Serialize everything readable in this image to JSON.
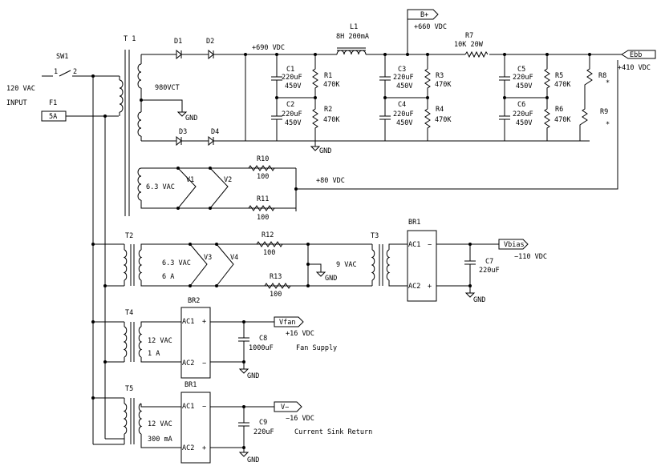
{
  "labels": {
    "sw1": "SW1",
    "sw1_p1": "1",
    "sw1_p2": "2",
    "vac_in": "120 VAC",
    "input": "INPUT",
    "f1": "F1",
    "f1_val": "5A",
    "t1": "T 1",
    "d1": "D1",
    "d2": "D2",
    "d3": "D3",
    "d4": "D4",
    "ct": "980VCT",
    "gnd": "GND",
    "v690": "+690 VDC",
    "l1": "L1",
    "l1_val": "8H   200mA",
    "bplus": "B+",
    "v660": "+660 VDC",
    "r7": "R7",
    "r7_val": "10K  20W",
    "ebb": "Ebb",
    "v410": "+410 VDC",
    "c1": "C1",
    "c2": "C2",
    "c3": "C3",
    "c4": "C4",
    "c5": "C5",
    "c6": "C6",
    "cval": "220uF",
    "cvolt": "450V",
    "r1": "R1",
    "r2": "R2",
    "r3": "R3",
    "r4": "R4",
    "r5": "R5",
    "r6": "R6",
    "r8": "R8",
    "r9": "R9",
    "r470k": "470K",
    "star": "*",
    "v63": "6.3 VAC",
    "v1": "V1",
    "v2": "V2",
    "r10": "R10",
    "r11": "R11",
    "r100": "100",
    "v80": "+80 VDC",
    "t2": "T2",
    "v3": "V3",
    "v4": "V4",
    "v6a": "6 A",
    "r12": "R12",
    "r13": "R13",
    "v9": "9 VAC",
    "t3": "T3",
    "br1": "BR1",
    "ac1": "AC1",
    "ac2": "AC2",
    "minus": "−",
    "plus": "+",
    "vbias": "Vbias",
    "v110": "−110 VDC",
    "c7": "C7",
    "c7_val": "220uF",
    "t4": "T4",
    "br2": "BR2",
    "v12": "12 VAC",
    "v1a": "1 A",
    "vfan": "Vfan",
    "v16p": "+16 VDC",
    "c8": "C8",
    "c8_val": "1000uF",
    "fan": "Fan Supply",
    "t5": "T5",
    "v300": "300 mA",
    "vminus": "V−",
    "v16m": "−16 VDC",
    "c9": "C9",
    "c9_val": "220uF",
    "sink": "Current Sink Return"
  }
}
